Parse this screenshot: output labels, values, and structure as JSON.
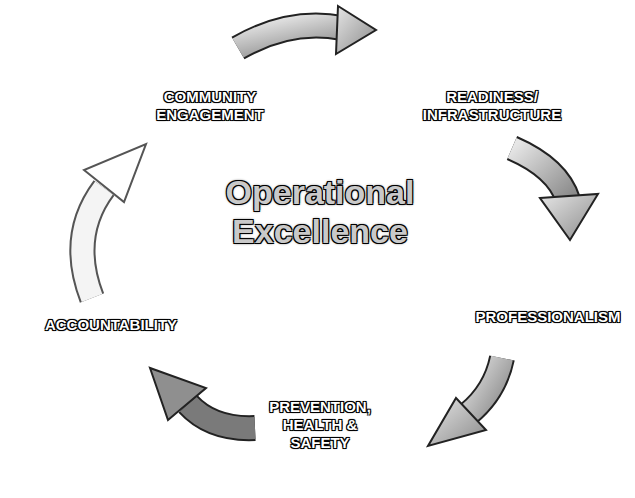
{
  "diagram": {
    "nodes": [
      {
        "text": [
          "Operational Excellence"
        ]
      }
    ],
    "labels": [
      "COMMUNITY ENGAGEMENT",
      "READINESS/ INFRASTRUCTURE",
      "PROFESSIONALISM",
      "PREVENTION, HEALTH & SAFETY",
      "ACCOUNTABILITY"
    ]
  }
}
